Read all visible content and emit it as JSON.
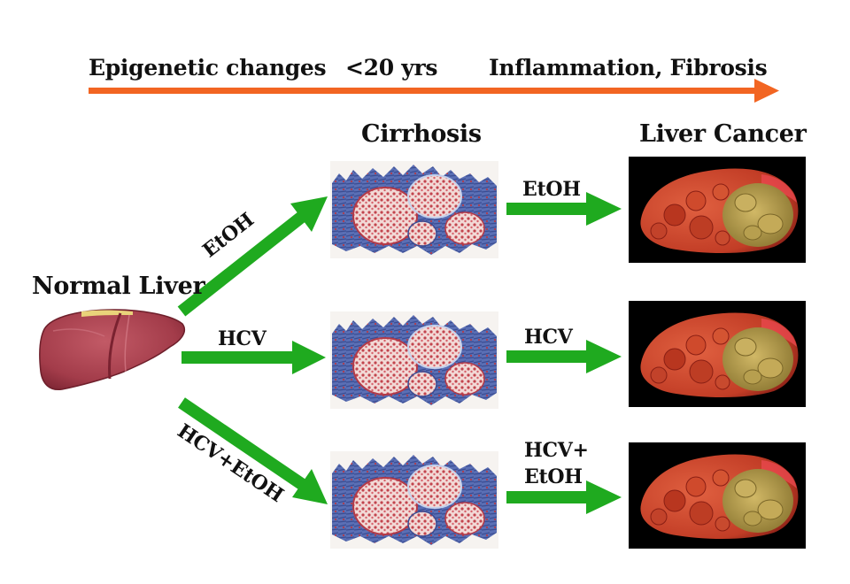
{
  "timeline": {
    "left": "Epigenetic changes",
    "middle": "<20 yrs",
    "right": "Inflammation, Fibrosis"
  },
  "headings": {
    "normal": "Normal Liver",
    "cirrhosis": "Cirrhosis",
    "cancer": "Liver Cancer"
  },
  "arrows_to_cirrhosis": {
    "top": "EtOH",
    "middle": "HCV",
    "bottom": "HCV+EtOH"
  },
  "arrows_to_cancer": {
    "top": "EtOH",
    "middle": "HCV",
    "bottom_line1": "HCV+",
    "bottom_line2": "EtOH"
  },
  "colors": {
    "timeline_arrow": "#f26522",
    "pathway_arrow": "#1faa1f",
    "liver": "#a9414e",
    "histology_blue": "#4a5fa5",
    "histology_red": "#c2444d",
    "tumor_bg": "#000000",
    "tumor_red": "#c8412c",
    "tumor_yellow": "#b59b4a"
  }
}
